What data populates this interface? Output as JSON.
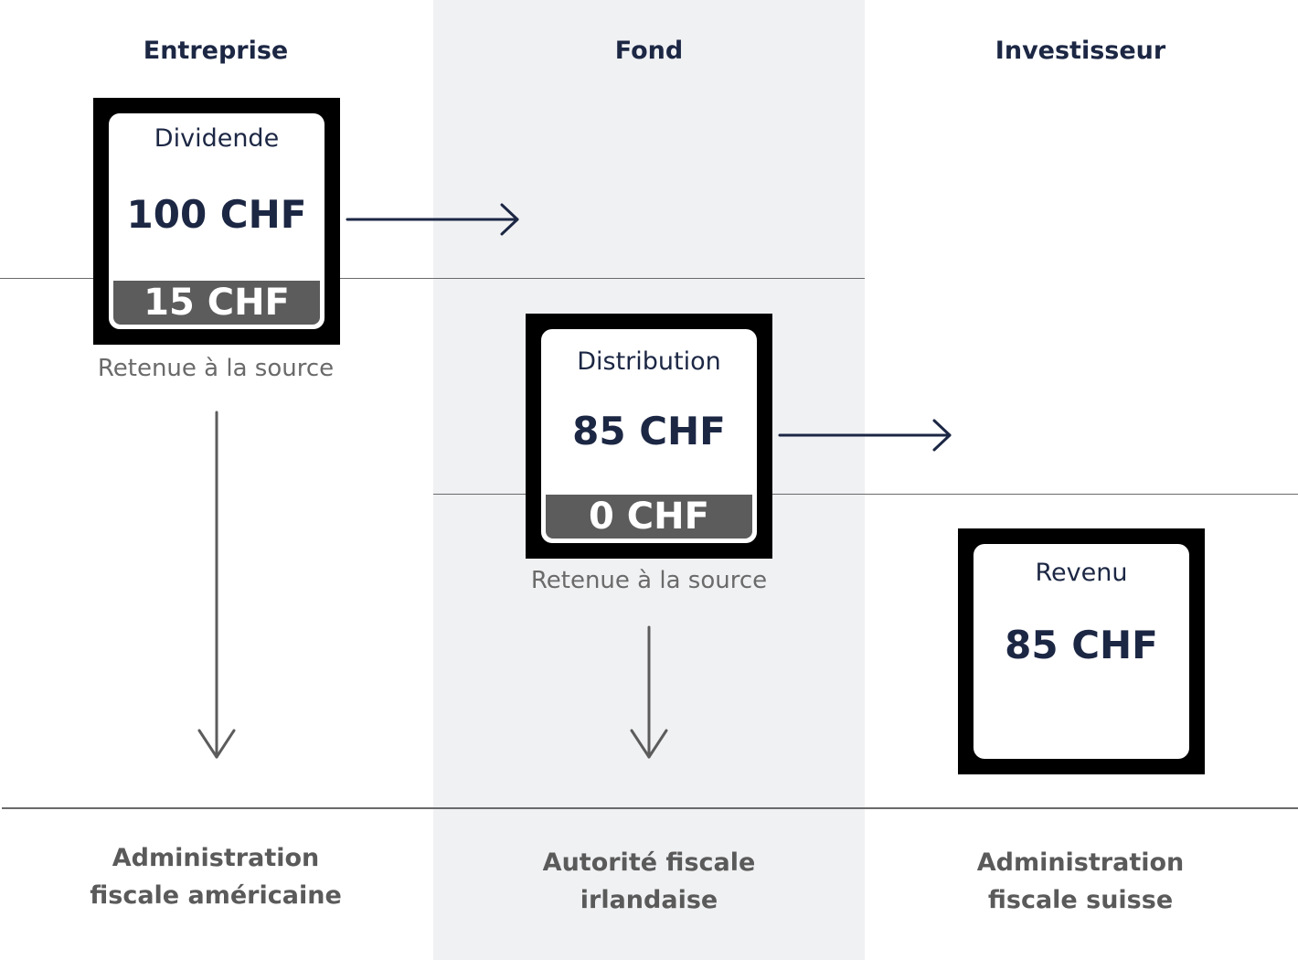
{
  "columns": {
    "entreprise": "Entreprise",
    "fond": "Fond",
    "investisseur": "Investisseur"
  },
  "cards": {
    "dividende": {
      "label": "Dividende",
      "value": "100 CHF",
      "tax": "15 CHF"
    },
    "distribution": {
      "label": "Distribution",
      "value": "85 CHF",
      "tax": "0 CHF"
    },
    "revenu": {
      "label": "Revenu",
      "value": "85 CHF"
    }
  },
  "retenue": {
    "entreprise": "Retenue à la source",
    "fond": "Retenue à la source"
  },
  "authorities": {
    "americaine": {
      "line1": "Administration",
      "line2": "fiscale américaine"
    },
    "irlandaise": {
      "line1": "Autorité fiscale",
      "line2": "irlandaise"
    },
    "suisse": {
      "line1": "Administration",
      "line2": "fiscale suisse"
    }
  },
  "colors": {
    "navy": "#1c2744",
    "gray": "#5c5c5c",
    "column_bg": "#f0f1f3"
  }
}
